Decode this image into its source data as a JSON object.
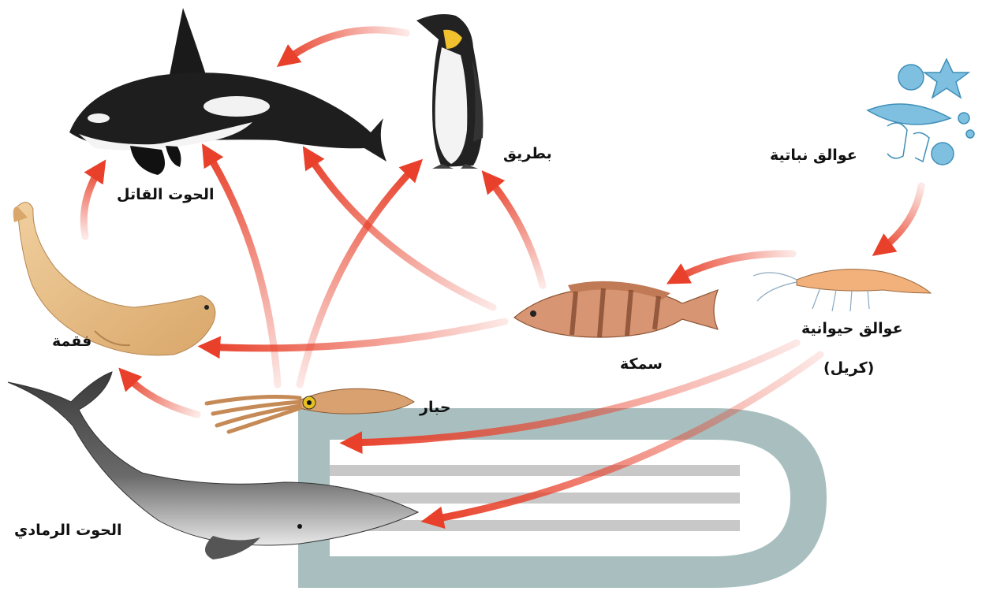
{
  "labels": {
    "killer_whale": "الحوت القاتل",
    "penguin": "بطريق",
    "phytoplankton": "عوالق نباتية",
    "seal": "فقمة",
    "fish": "سمكة",
    "zooplankton": "عوالق حيوانية",
    "krill": "(كريل)",
    "squid": "حبار",
    "gray_whale": "الحوت الرمادي"
  },
  "colors": {
    "arrow": "#e8402a",
    "watermark": "#a9bfbf",
    "watermark_lines": "#c8c8c8"
  },
  "icons": [
    "orca-icon",
    "penguin-icon",
    "seal-icon",
    "fish-icon",
    "krill-icon",
    "squid-icon",
    "gray-whale-icon",
    "phytoplankton-icon"
  ]
}
